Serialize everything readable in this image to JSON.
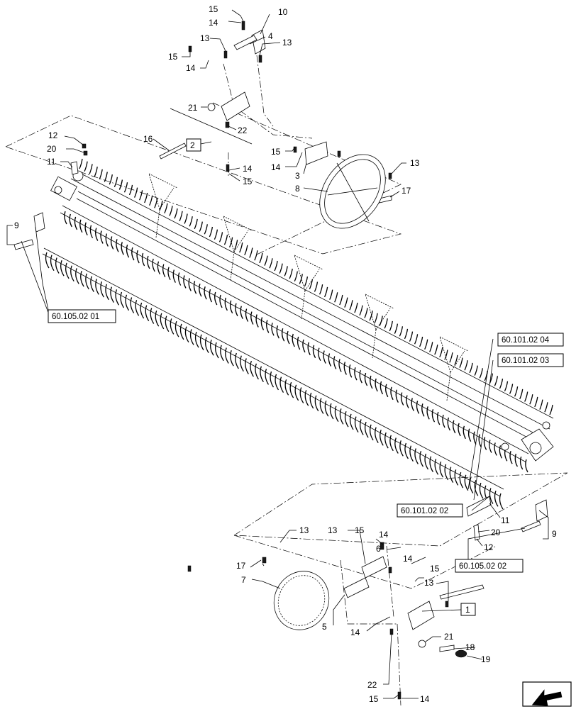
{
  "callouts": {
    "c10": "10",
    "c15a": "15",
    "c14a": "14",
    "c4": "4",
    "c13a": "13",
    "c13b": "13",
    "c15b": "15",
    "c14b": "14",
    "c21a": "21",
    "c22a": "22",
    "c16": "16",
    "c12a": "12",
    "c20a": "20",
    "c11a": "11",
    "c9a": "9",
    "c15c": "15",
    "c14c": "14",
    "c3": "3",
    "c8": "8",
    "c13c": "13",
    "c17a": "17",
    "c14d": "14",
    "c15d": "15",
    "c11b": "11",
    "c20b": "20",
    "c12b": "12",
    "c9b": "9",
    "c13d": "13",
    "c13e": "13",
    "c15e": "15",
    "c14e": "14",
    "c6": "6",
    "c14f": "14",
    "c17b": "17",
    "c7": "7",
    "c15f": "15",
    "c13f": "13",
    "c5": "5",
    "c14g": "14",
    "c21b": "21",
    "c18": "18",
    "c19": "19",
    "c22b": "22",
    "c15g": "15",
    "c14h": "14"
  },
  "boxed_callouts": {
    "b2": "2",
    "b1": "1"
  },
  "references": {
    "r1": "60.105.02 01",
    "r2": "60.101.02 04",
    "r3": "60.101.02 03",
    "r4": "60.101.02 02",
    "r5": "60.105.02 02"
  },
  "nav_icon": "next-page-arrow-icon"
}
